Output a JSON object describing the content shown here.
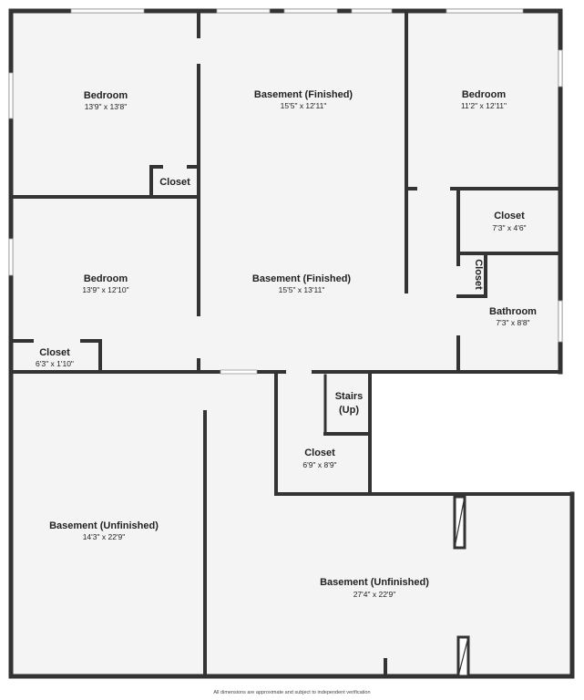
{
  "colors": {
    "wall": "#333333",
    "floor": "#f4f4f4",
    "window": "#ffffff",
    "window_line": "#9a9a9a",
    "hatch": "#333333"
  },
  "rooms": {
    "bedroom_1": {
      "name": "Bedroom",
      "dims": "13'9\" x 13'8\""
    },
    "basement_finished_1": {
      "name": "Basement (Finished)",
      "dims": "15'5\" x 12'11\""
    },
    "bedroom_2": {
      "name": "Bedroom",
      "dims": "11'2\" x 12'11\""
    },
    "closet_1": {
      "name": "Closet",
      "dims": ""
    },
    "closet_2": {
      "name": "Closet",
      "dims": "7'3\" x 4'6\""
    },
    "bedroom_3": {
      "name": "Bedroom",
      "dims": "13'9\" x 12'10\""
    },
    "basement_finished_2": {
      "name": "Basement (Finished)",
      "dims": "15'5\" x 13'11\""
    },
    "closet_vertical": {
      "name": "Closet",
      "dims": ""
    },
    "bathroom": {
      "name": "Bathroom",
      "dims": "7'3\" x 8'8\""
    },
    "closet_3": {
      "name": "Closet",
      "dims": "6'3\" x 1'10\""
    },
    "stairs": {
      "name_line1": "Stairs",
      "name_line2": "(Up)"
    },
    "closet_4": {
      "name": "Closet",
      "dims": "6'9\" x 8'9\""
    },
    "basement_unfinished_1": {
      "name": "Basement (Unfinished)",
      "dims": "14'3\" x 22'9\""
    },
    "basement_unfinished_2": {
      "name": "Basement (Unfinished)",
      "dims": "27'4\" x 22'9\""
    }
  },
  "footer_text": "All dimensions are approximate and subject to independent verification"
}
